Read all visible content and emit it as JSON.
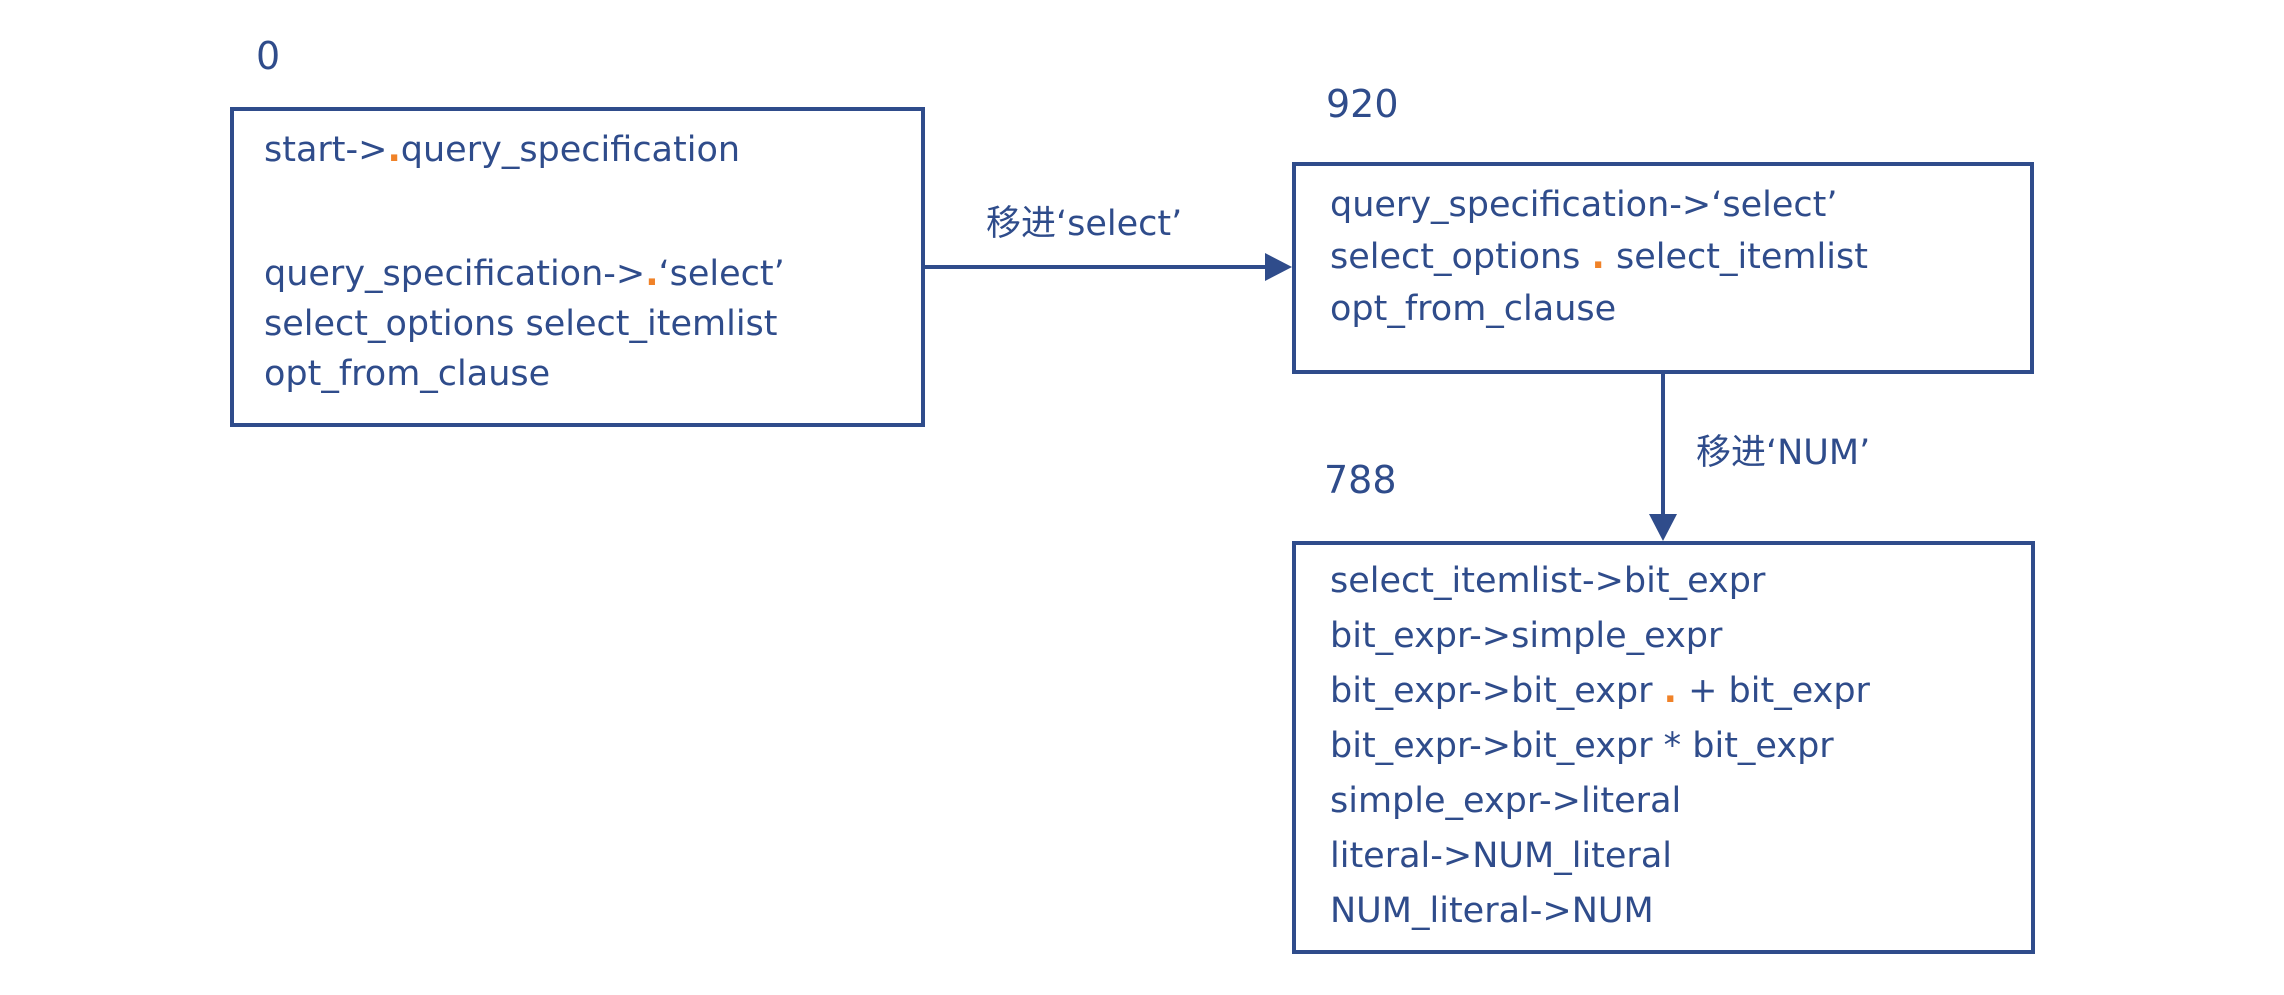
{
  "diagram": {
    "colors": {
      "ink": "#2f4c8b",
      "dot_orange": "#f08228",
      "background": "#ffffff"
    },
    "states": [
      {
        "id": "0",
        "lines": [
          {
            "pre": "start->",
            "dot": ".",
            "post": "query_specification"
          },
          {
            "pre": "",
            "dot": "",
            "post": ""
          },
          {
            "pre": "query_specification->",
            "dot": ".",
            "post": "‘select’"
          },
          {
            "pre": "select_options select_itemlist",
            "dot": "",
            "post": ""
          },
          {
            "pre": "opt_from_clause",
            "dot": "",
            "post": ""
          }
        ]
      },
      {
        "id": "920",
        "lines": [
          {
            "pre": "query_specification->‘select’",
            "dot": "",
            "post": ""
          },
          {
            "pre": "select_options ",
            "dot": ".",
            "post": " select_itemlist"
          },
          {
            "pre": "opt_from_clause",
            "dot": "",
            "post": ""
          }
        ]
      },
      {
        "id": "788",
        "lines": [
          {
            "pre": "select_itemlist->bit_expr",
            "dot": "",
            "post": ""
          },
          {
            "pre": "bit_expr->simple_expr",
            "dot": "",
            "post": ""
          },
          {
            "pre": "bit_expr->bit_expr ",
            "dot": ".",
            "post": " + bit_expr"
          },
          {
            "pre": "bit_expr->bit_expr * bit_expr",
            "dot": "",
            "post": ""
          },
          {
            "pre": "simple_expr->literal",
            "dot": "",
            "post": ""
          },
          {
            "pre": "literal->NUM_literal",
            "dot": "",
            "post": ""
          },
          {
            "pre": "NUM_literal->NUM",
            "dot": "",
            "post": ""
          }
        ]
      }
    ],
    "edges": [
      {
        "label": "移进‘select’"
      },
      {
        "label": "移进‘NUM’"
      }
    ]
  }
}
